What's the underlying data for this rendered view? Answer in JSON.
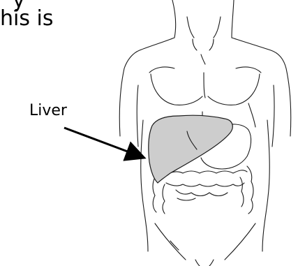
{
  "text": {
    "partial_line_1": "y",
    "partial_line_2": "his is"
  },
  "labels": {
    "organ": "Liver"
  },
  "colors": {
    "liver_fill": "#cdcdcd",
    "line": "#1a1a1a",
    "background": "#ffffff"
  }
}
